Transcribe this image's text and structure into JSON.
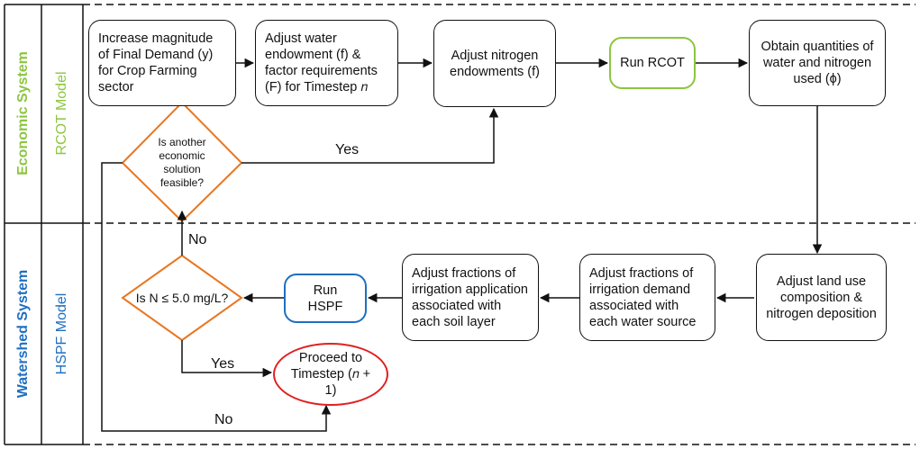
{
  "sections": {
    "economic": {
      "system_label": "Economic System",
      "model_label": "RCOT Model",
      "color": "#8cc63f"
    },
    "watershed": {
      "system_label": "Watershed System",
      "model_label": "HSPF Model",
      "color": "#1f6fc0"
    }
  },
  "nodes": {
    "increase_demand": "Increase magnitude of Final Demand (y) for Crop Farming sector",
    "adjust_water": "Adjust water endowment (f) & factor requirements (F) for Timestep 𝑛",
    "adjust_nitrogen": "Adjust nitrogen endowments (f)",
    "run_rcot": "Run RCOT",
    "obtain_quantities": "Obtain quantities of water and nitrogen used (ϕ)",
    "another_solution": "Is another economic solution feasible?",
    "adjust_land_use": "Adjust land use composition & nitrogen deposition",
    "adjust_irrigation_demand": "Adjust fractions of irrigation demand associated with each water source",
    "adjust_irrigation_application": "Adjust fractions of irrigation application associated with each soil layer",
    "run_hspf": "Run HSPF",
    "nitrogen_check": "Is N ≤ 5.0 mg/L?",
    "proceed": "Proceed to Timestep (𝑛 + 1)"
  },
  "edge_labels": {
    "yes_top": "Yes",
    "no_up": "No",
    "yes_bottom": "Yes",
    "no_bottom": "No"
  },
  "colors": {
    "rcot_border": "#8cc63f",
    "hspf_border": "#1f6fc0",
    "decision_border": "#e87722",
    "proceed_border": "#e02020"
  }
}
